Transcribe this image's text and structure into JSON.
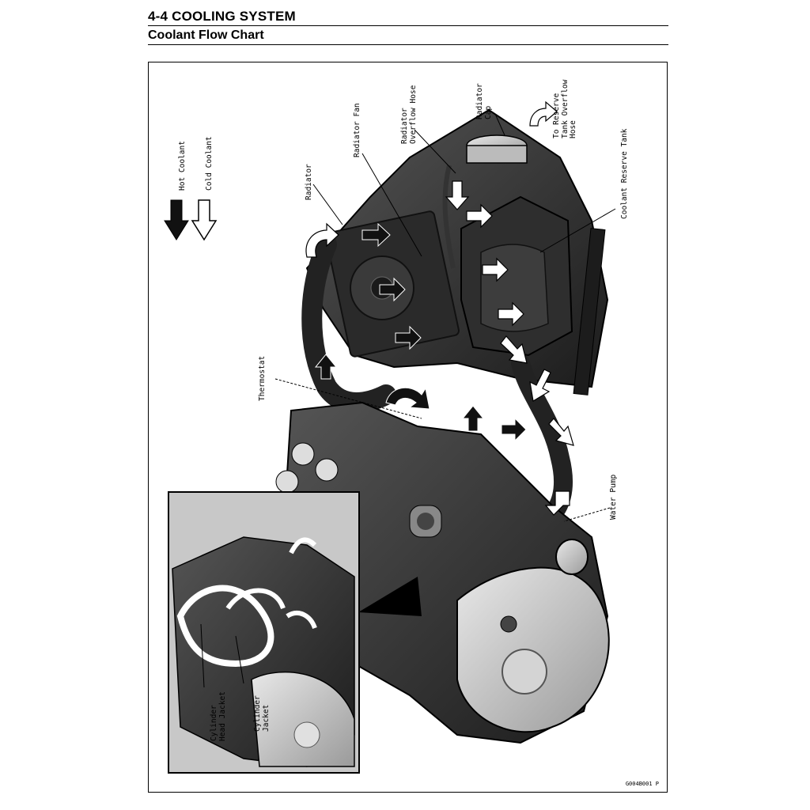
{
  "header": {
    "section_title": "4-4 COOLING SYSTEM",
    "subtitle": "Coolant Flow Chart"
  },
  "legend": {
    "hot_label": "Hot Coolant",
    "cold_label": "Cold Coolant",
    "hot_color": "#111111",
    "cold_color": "#ffffff"
  },
  "callouts": {
    "radiator": "Radiator",
    "radiator_fan": "Radiator Fan",
    "radiator_overflow_hose": "Radiator\nOverflow Hose",
    "radiator_cap": "Radiator\nCap",
    "to_reserve_tank": "To Reserve\nTank Overflow\nHose",
    "coolant_reserve_tank": "Coolant Reserve Tank",
    "thermostat": "Thermostat",
    "water_pump": "Water Pump",
    "cylinder_head_jacket": "Cylinder\nHead Jacket",
    "cylinder_jacket": "Cylinder\nJacket"
  },
  "figure_code": "G004B001  P"
}
